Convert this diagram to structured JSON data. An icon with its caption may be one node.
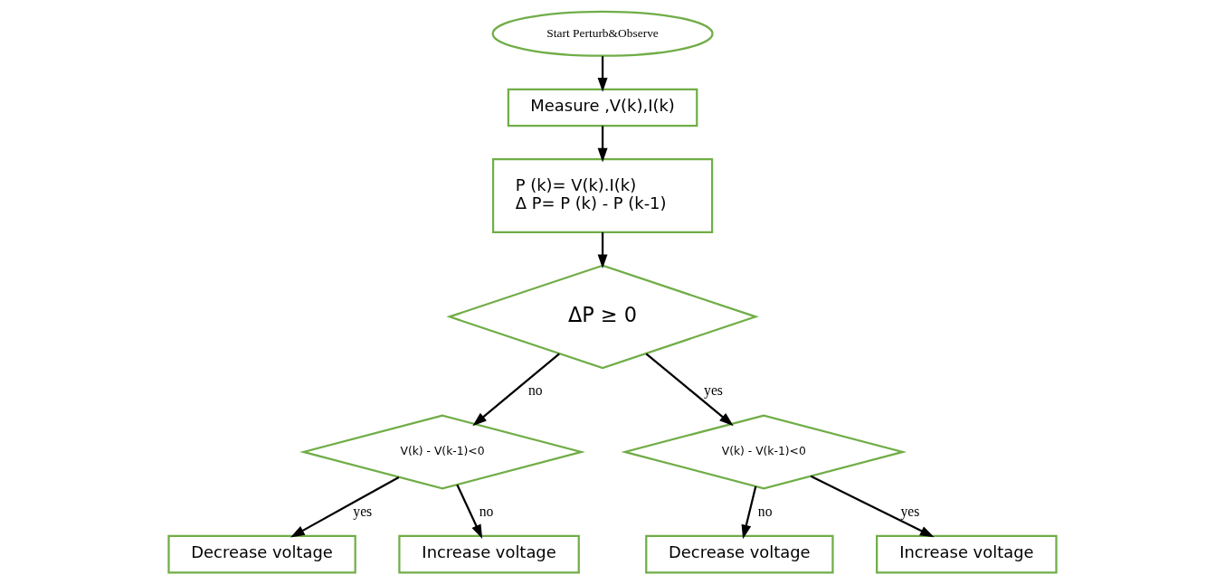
{
  "diagram": {
    "nodes": [
      {
        "text": [
          "Start Perturb&Observe"
        ]
      },
      {
        "text": [
          "Measure ,V(k),I(k)"
        ]
      },
      {
        "text": [
          "P (k)= V(k).I(k)",
          "Δ P= P (k) - P (k-1)"
        ]
      },
      {
        "text": [
          "ΔP ≥ 0"
        ]
      },
      {
        "text": [
          "V(k) - V(k-1)<0"
        ]
      },
      {
        "text": [
          "V(k) - V(k-1)<0"
        ]
      },
      {
        "text": [
          "Decrease voltage"
        ]
      },
      {
        "text": [
          "Increase voltage"
        ]
      },
      {
        "text": [
          "Decrease voltage"
        ]
      },
      {
        "text": [
          "Increase voltage"
        ]
      }
    ],
    "edges": [
      {
        "from": 0,
        "to": 1,
        "arrow": "to"
      },
      {
        "from": 1,
        "to": 2,
        "arrow": "to"
      },
      {
        "from": 2,
        "to": 3,
        "arrow": "to"
      },
      {
        "from": 3,
        "to": 4,
        "arrow": "to",
        "label": "no"
      },
      {
        "from": 3,
        "to": 5,
        "arrow": "to",
        "label": "yes"
      },
      {
        "from": 4,
        "to": 6,
        "arrow": "to",
        "label": "yes"
      },
      {
        "from": 4,
        "to": 7,
        "arrow": "to",
        "label": "no"
      },
      {
        "from": 5,
        "to": 8,
        "arrow": "to",
        "label": "no"
      },
      {
        "from": 5,
        "to": 9,
        "arrow": "to",
        "label": "yes"
      }
    ]
  }
}
